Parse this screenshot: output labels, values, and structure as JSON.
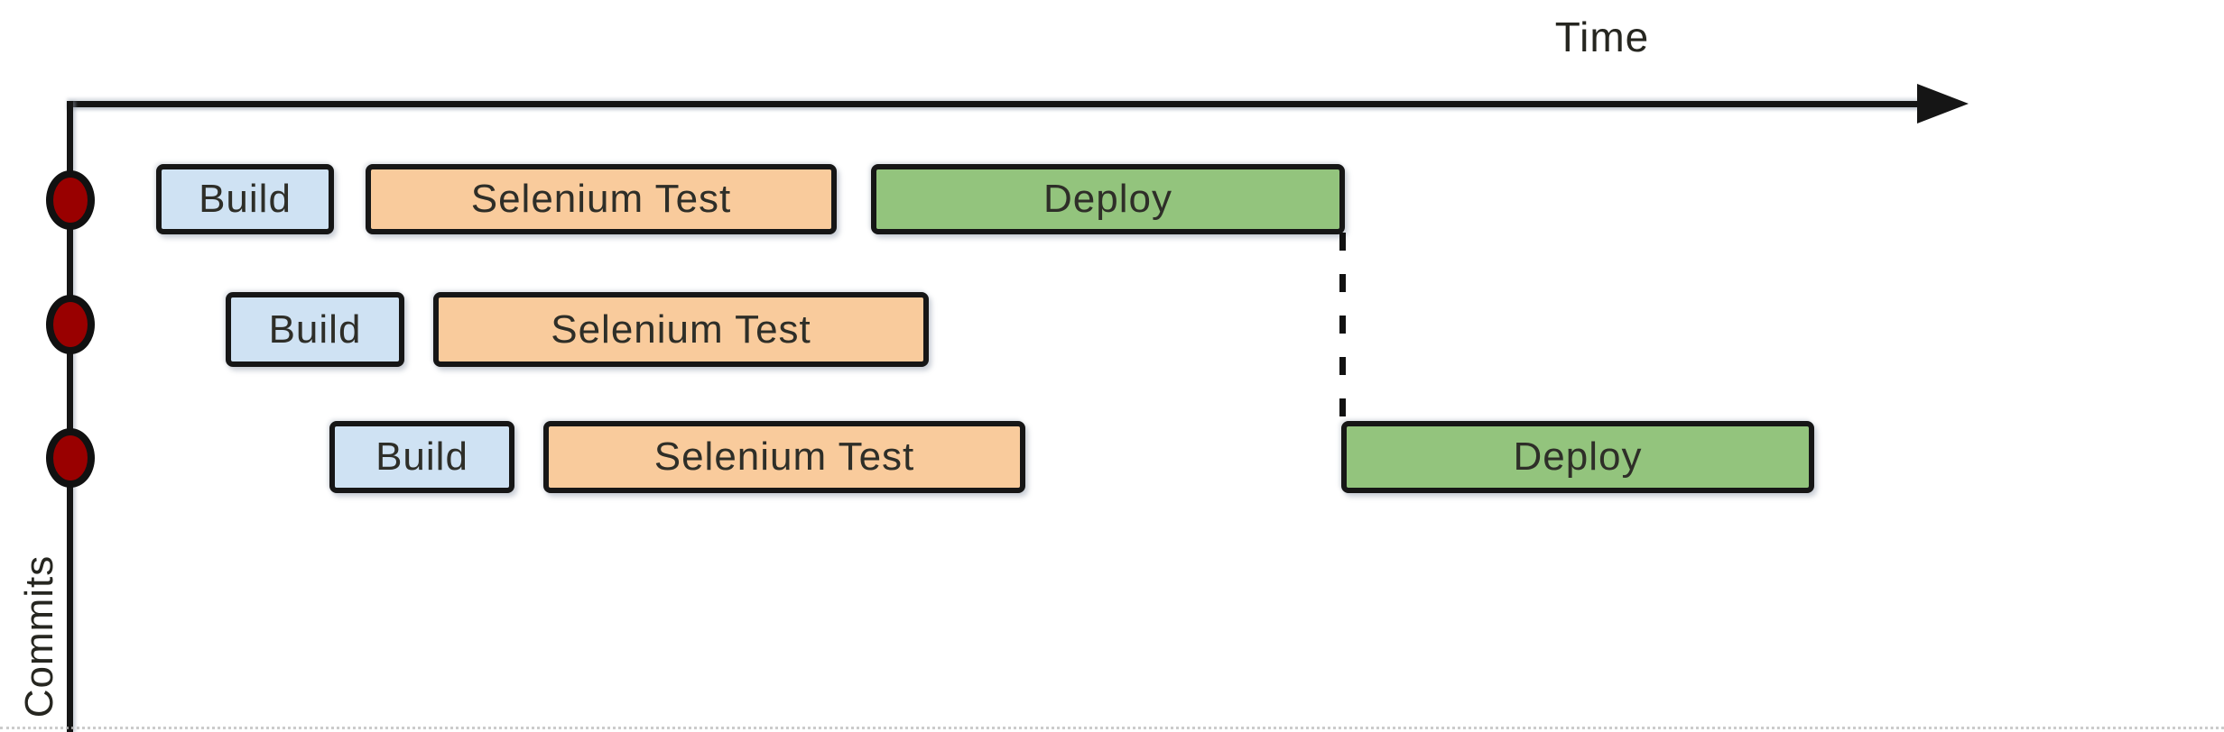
{
  "diagram": {
    "type": "ci-pipeline-timeline",
    "time_axis": {
      "label": "Time",
      "direction": "right"
    },
    "commits_axis": {
      "label": "Commits",
      "commit_count": 3
    },
    "rows": [
      {
        "commit": 1,
        "stages": [
          {
            "type": "build",
            "label": "Build"
          },
          {
            "type": "test",
            "label": "Selenium Test"
          },
          {
            "type": "deploy",
            "label": "Deploy"
          }
        ]
      },
      {
        "commit": 2,
        "stages": [
          {
            "type": "build",
            "label": "Build"
          },
          {
            "type": "test",
            "label": "Selenium Test"
          }
        ]
      },
      {
        "commit": 3,
        "stages": [
          {
            "type": "build",
            "label": "Build"
          },
          {
            "type": "test",
            "label": "Selenium Test"
          },
          {
            "type": "deploy",
            "label": "Deploy"
          }
        ]
      }
    ],
    "connector": {
      "style": "dashed",
      "from": "end of commit-1 Deploy",
      "to": "start of commit-3 Deploy"
    },
    "colors": {
      "build_fill": "#cfe2f3",
      "test_fill": "#f9cb9c",
      "deploy_fill": "#93c47d",
      "commit_marker_fill": "#990000",
      "outline": "#161616",
      "text": "#2e2e28",
      "background": "#ffffff"
    },
    "icons": {
      "commit_marker": "red-ellipse",
      "time_arrowhead": "right-triangle"
    }
  }
}
